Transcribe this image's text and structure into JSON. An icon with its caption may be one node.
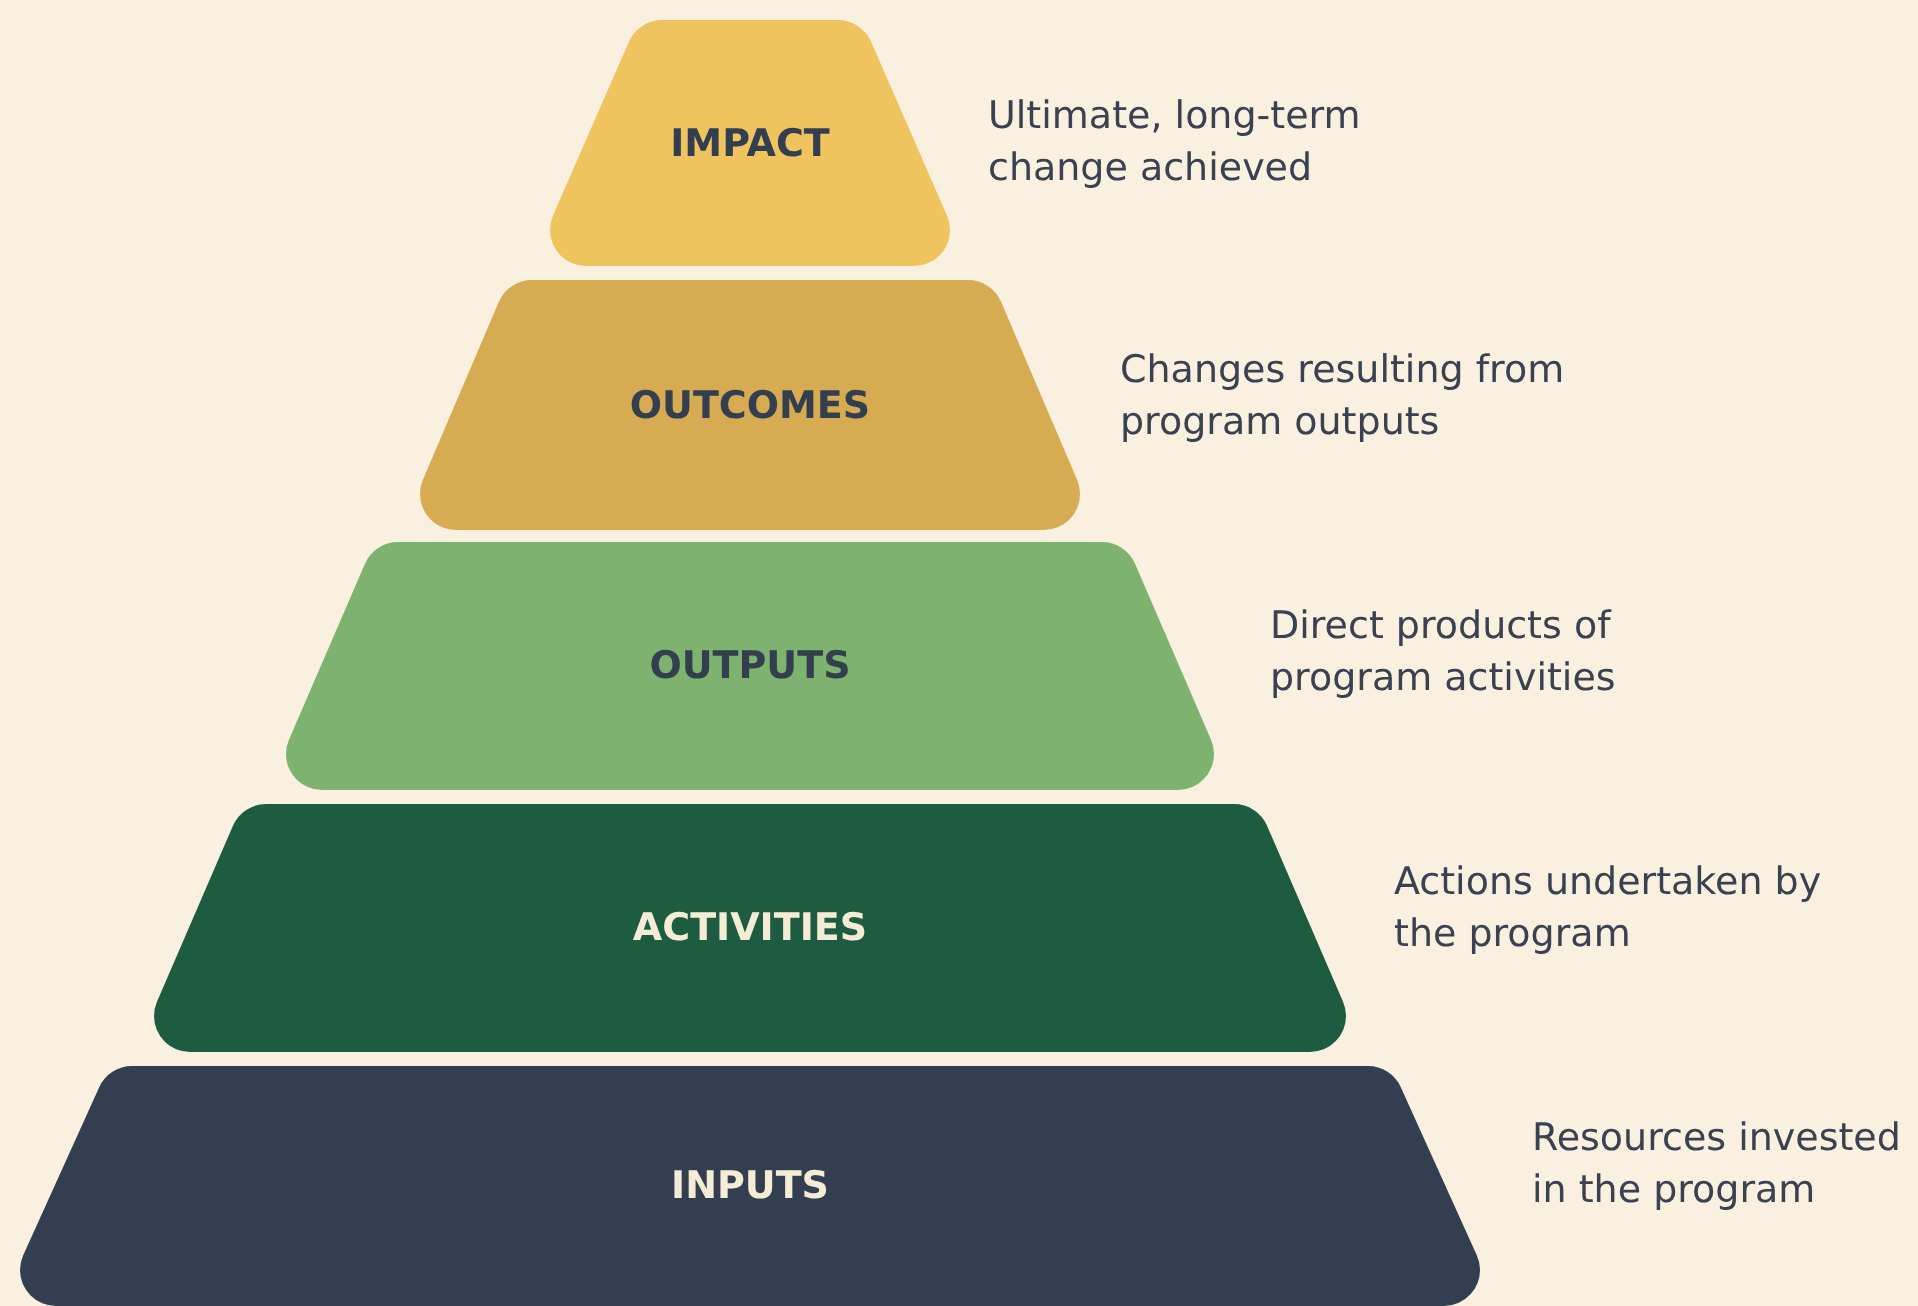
{
  "diagram": {
    "nodes": [
      {
        "text": [
          "IMPACT"
        ],
        "beside": [
          "Ultimate, long-term change achieved"
        ]
      },
      {
        "text": [
          "OUTCOMES"
        ],
        "beside": [
          "Changes resulting from program outputs"
        ]
      },
      {
        "text": [
          "OUTPUTS"
        ],
        "beside": [
          "Direct products of program activities"
        ]
      },
      {
        "text": [
          "ACTIVITIES"
        ],
        "beside": [
          "Actions undertaken by the program"
        ]
      },
      {
        "text": [
          "INPUTS"
        ],
        "beside": [
          "Resources invested in the program"
        ]
      }
    ]
  }
}
